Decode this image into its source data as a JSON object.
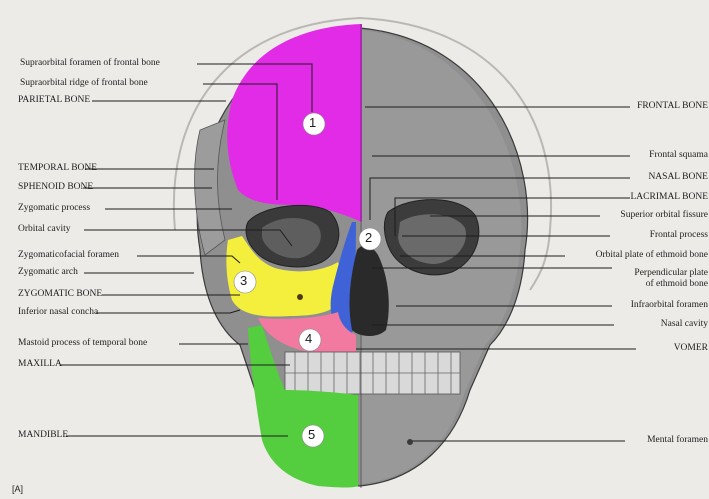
{
  "figure_panel": "[A]",
  "colors": {
    "frontal": "#e22be6",
    "nasal": "#3f62d6",
    "zygomatic": "#f4ee3c",
    "maxilla": "#f27aa0",
    "mandible": "#54cd3f",
    "bone_gray": "#8d8d8d",
    "line": "#1d1d1d"
  },
  "numbers": [
    "1",
    "2",
    "3",
    "4",
    "5"
  ],
  "left_labels": [
    "Supraorbital foramen of frontal bone",
    "Supraorbital ridge of frontal bone",
    "PARIETAL BONE",
    "TEMPORAL BONE",
    "SPHENOID BONE",
    "Zygomatic process",
    "Orbital cavity",
    "Zygomaticofacial foramen",
    "Zygomatic arch",
    "ZYGOMATIC BONE",
    "Inferior nasal concha",
    "Mastoid process of temporal bone",
    "MAXILLA",
    "MANDIBLE"
  ],
  "right_labels": [
    "FRONTAL BONE",
    "Frontal squama",
    "NASAL BONE",
    "LACRIMAL BONE",
    "Superior orbital fissure",
    "Frontal process",
    "Orbital plate of ethmoid bone",
    "Perpendicular plate",
    "of ethmoid bone",
    "Infraorbital foramen",
    "Nasal cavity",
    "VOMER",
    "Mental foramen"
  ]
}
